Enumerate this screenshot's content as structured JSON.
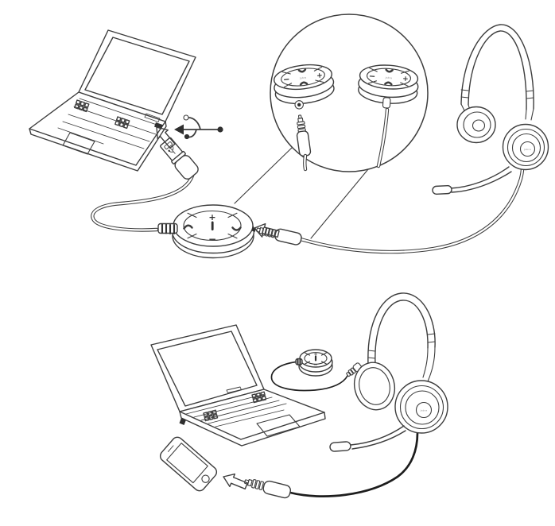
{
  "page": {
    "type": "instruction-illustration",
    "subject": "headset connection diagram",
    "background": "#ffffff"
  },
  "colors": {
    "line": "#3d3d3d",
    "cable_black": "#1d1d1d",
    "arrow_green": "#3cb54a",
    "arrow_green_border": "#156f31",
    "white": "#ffffff"
  },
  "labels": {
    "brand": "Jabra",
    "volume_up": "+",
    "volume_down": "−"
  },
  "scenes": {
    "top": {
      "name": "connect-headset-to-laptop-via-usb-control-unit",
      "parts": [
        "laptop",
        "usb-symbol",
        "usb-plug",
        "inline-control-unit",
        "jack-plug-3-5mm",
        "magnified-control-unit-detail",
        "headset"
      ]
    },
    "bottom": {
      "name": "connect-headset-to-smartphone-via-3-5mm-jack",
      "parts": [
        "laptop",
        "smartphone",
        "inline-control-unit",
        "jack-plug-3-5mm",
        "headset"
      ]
    }
  }
}
